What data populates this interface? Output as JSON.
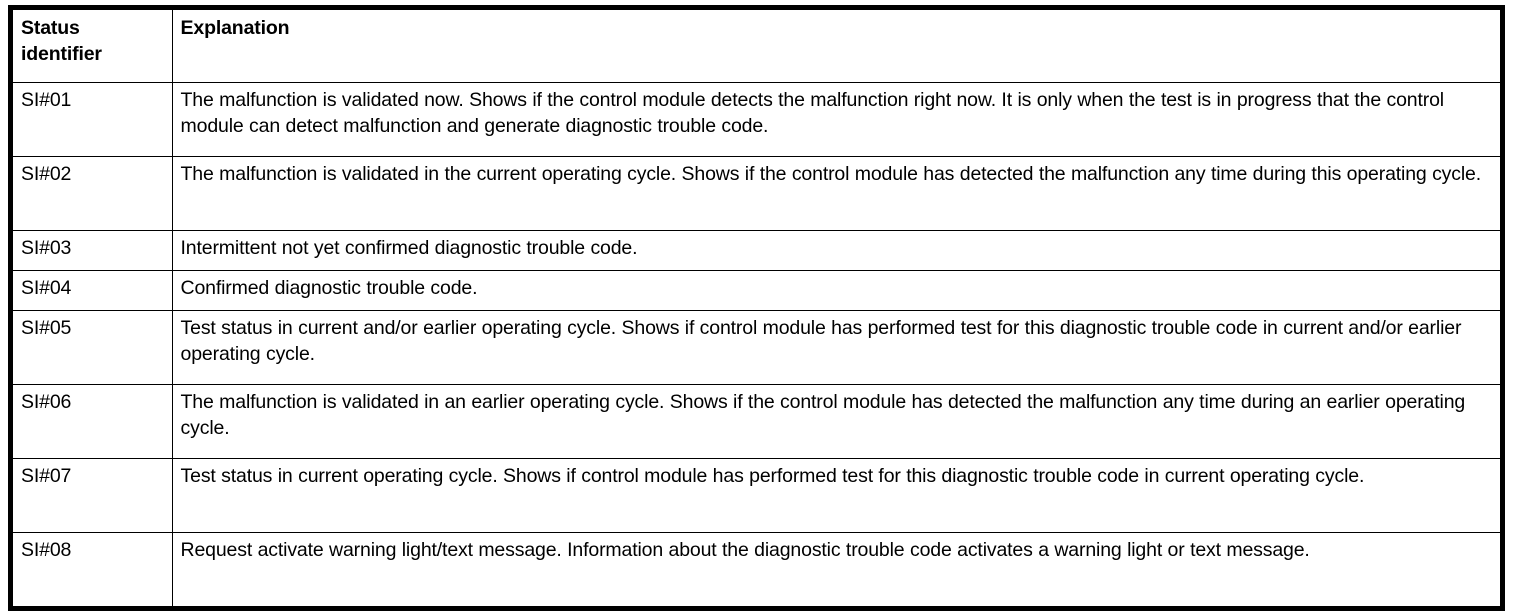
{
  "table": {
    "columns": [
      {
        "key": "status_identifier",
        "header_lines": [
          "Status",
          "identifier"
        ]
      },
      {
        "key": "explanation",
        "header": "Explanation"
      }
    ],
    "rows": [
      {
        "status_identifier": "SI#01",
        "explanation": "The malfunction is validated now. Shows if the control module detects the malfunction right now. It is only when the test is in progress that the control module can detect malfunction and generate diagnostic trouble code."
      },
      {
        "status_identifier": "SI#02",
        "explanation": "The malfunction is validated in the current operating cycle. Shows if the control module has detected the malfunction any time during this operating cycle."
      },
      {
        "status_identifier": "SI#03",
        "explanation": "Intermittent not yet confirmed diagnostic trouble code."
      },
      {
        "status_identifier": "SI#04",
        "explanation": "Confirmed diagnostic trouble code."
      },
      {
        "status_identifier": "SI#05",
        "explanation": "Test status in current and/or earlier operating cycle. Shows if control module has performed test for this diagnostic trouble code in current and/or earlier operating cycle."
      },
      {
        "status_identifier": "SI#06",
        "explanation": "The malfunction is validated in an earlier operating cycle. Shows if the control module has detected the malfunction any time during an earlier operating cycle."
      },
      {
        "status_identifier": "SI#07",
        "explanation": "Test status in current operating cycle. Shows if control module has performed test for this diagnostic trouble code in current operating cycle."
      },
      {
        "status_identifier": "SI#08",
        "explanation": "Request activate warning light/text message. Information about the diagnostic trouble code activates a warning light or text message."
      }
    ]
  },
  "colors": {
    "border": "#000000",
    "text": "#000000",
    "background": "#ffffff"
  }
}
